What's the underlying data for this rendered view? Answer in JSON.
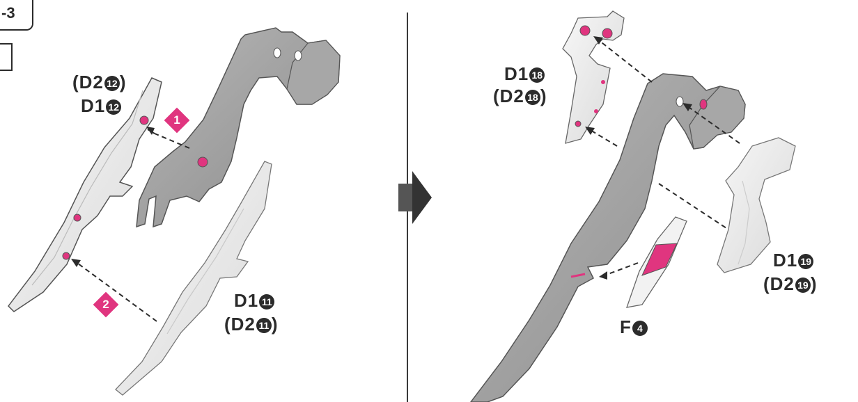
{
  "header": {
    "step_fragment": "-3"
  },
  "steps": {
    "step1": "1",
    "step2": "2"
  },
  "left_panel": {
    "upper_part_label_line1": "(D2",
    "upper_part_num_line1": "12",
    "upper_part_label_line1_close": ")",
    "upper_part_label_line2": "D1",
    "upper_part_num_line2": "12",
    "lower_part_label_line1": "D1",
    "lower_part_num_line1": "11",
    "lower_part_label_line2": "(D2",
    "lower_part_num_line2": "11",
    "lower_part_label_line2_close": ")"
  },
  "right_panel": {
    "top_part_label_line1": "D1",
    "top_part_num_line1": "18",
    "top_part_label_line2": "(D2",
    "top_part_num_line2": "18",
    "top_part_label_line2_close": ")",
    "right_part_label_line1": "D1",
    "right_part_num_line1": "19",
    "right_part_label_line2": "(D2",
    "right_part_num_line2": "19",
    "right_part_label_line2_close": ")",
    "small_part_label": "F",
    "small_part_num": "4"
  },
  "colors": {
    "accent": "#e0357f",
    "gray_part": "#9e9e9e",
    "light_part": "#ececec",
    "ink": "#2b2b2b"
  },
  "icons": {
    "flow_arrow": "arrow-right-icon"
  }
}
